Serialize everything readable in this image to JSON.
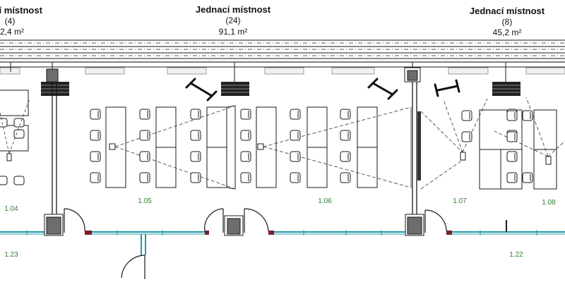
{
  "header_labels": [
    {
      "id": "left",
      "title": "ací místnost",
      "capacity": "(4)",
      "area": "2,4 m²"
    },
    {
      "id": "center",
      "title": "Jednací místnost",
      "capacity": "(24)",
      "area": "91,1 m²"
    },
    {
      "id": "right",
      "title": "Jednací místnost",
      "capacity": "(8)",
      "area": "45,2 m²"
    }
  ],
  "room_numbers": {
    "r104": "1.04",
    "r105": "1.05",
    "r106": "1.06",
    "r107": "1.07",
    "r108": "1.08",
    "r123": "1.23",
    "r122": "1.22"
  },
  "colors": {
    "line": "#1a1a1a",
    "glass_wall": "#1e9aa6",
    "door_jamb": "#7a1f2b",
    "column": "#6d6d6d",
    "room_number": "#2e7d32"
  }
}
